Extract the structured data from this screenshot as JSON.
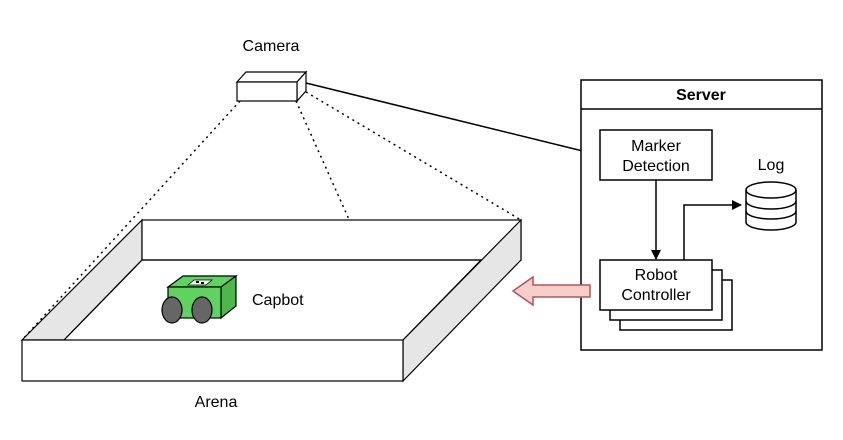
{
  "labels": {
    "camera": "Camera",
    "arena": "Arena",
    "capbot": "Capbot",
    "server": "Server",
    "marker_detection_line1": "Marker",
    "marker_detection_line2": "Detection",
    "log": "Log",
    "robot_controller_line1": "Robot",
    "robot_controller_line2": "Controller"
  },
  "colors": {
    "robot_body": "#5fd35f",
    "robot_wheels": "#666666",
    "arena_wall": "#e6e6e6",
    "feedback_arrow_fill": "#f8cecc",
    "feedback_arrow_stroke": "#b85450"
  }
}
